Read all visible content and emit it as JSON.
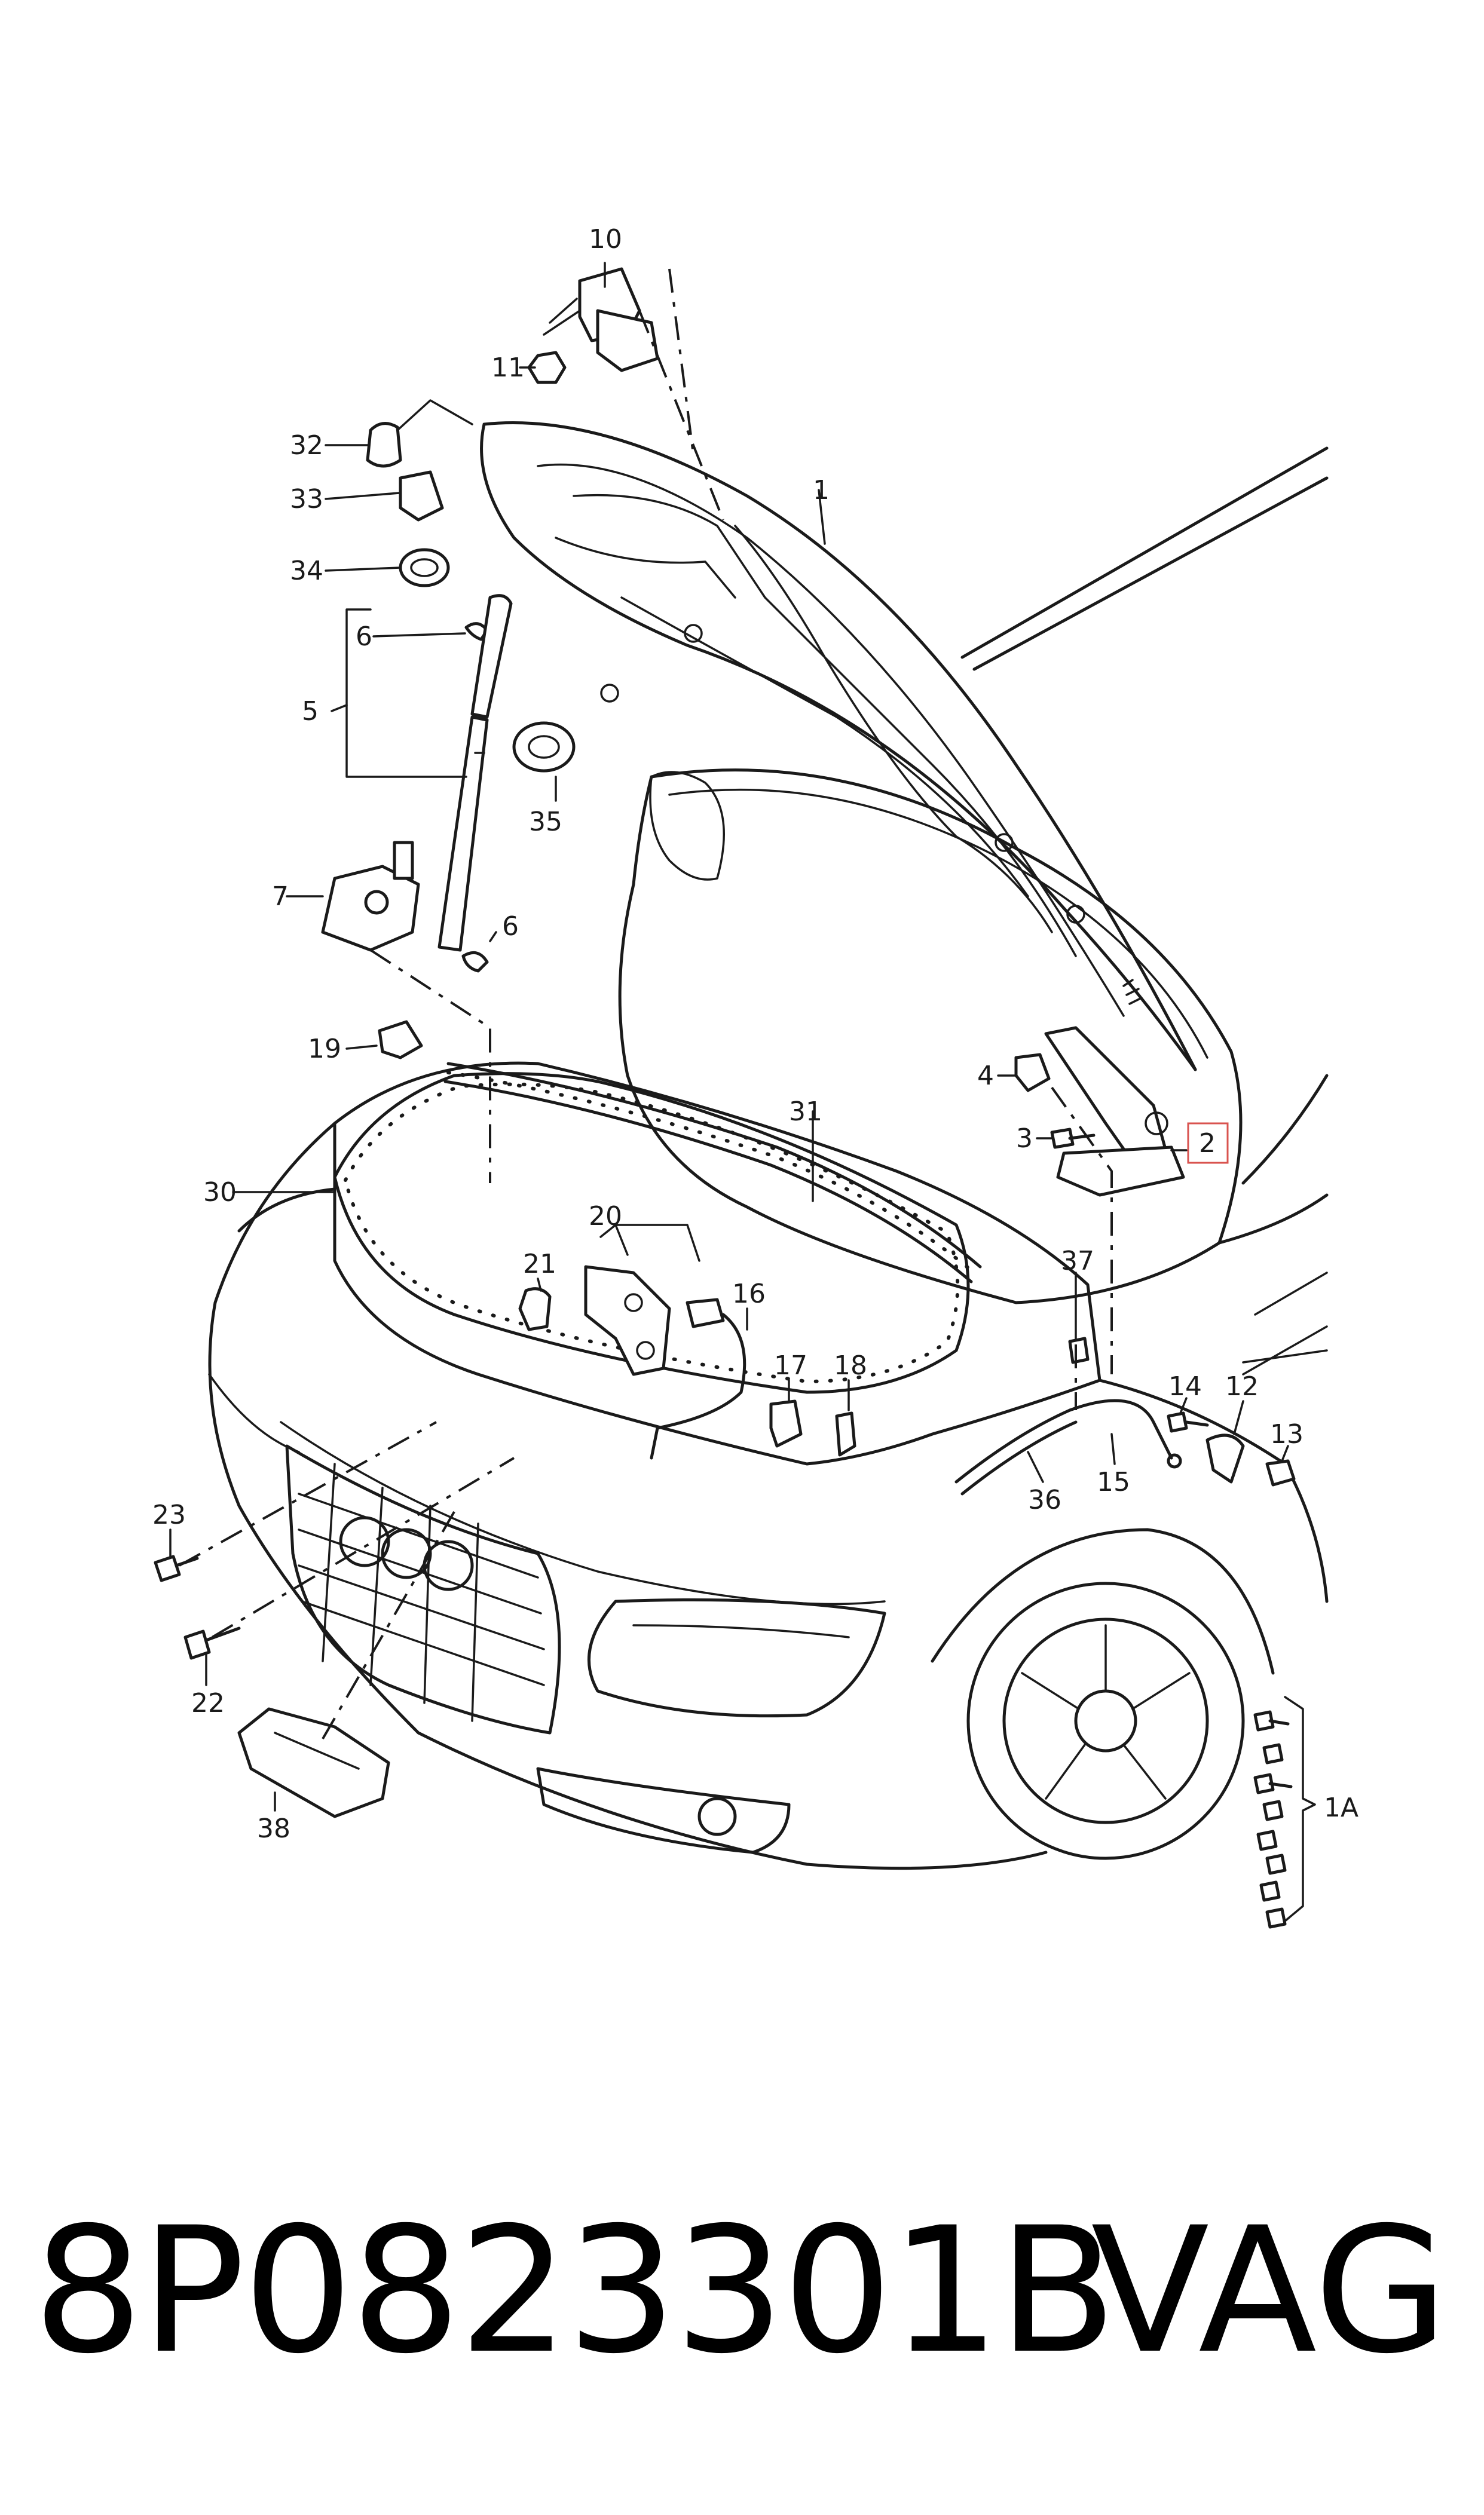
{
  "callouts": {
    "c1": "1",
    "c1a": "1A",
    "c2": "2",
    "c3": "3",
    "c4": "4",
    "c5": "5",
    "c6a": "6",
    "c6b": "6",
    "c7": "7",
    "c10": "10",
    "c11": "11",
    "c12": "12",
    "c13": "13",
    "c14": "14",
    "c15": "15",
    "c16": "16",
    "c17": "17",
    "c18": "18",
    "c19": "19",
    "c20": "20",
    "c21": "21",
    "c22": "22",
    "c23": "23",
    "c30": "30",
    "c31": "31",
    "c32": "32",
    "c33": "33",
    "c34": "34",
    "c35": "35",
    "c36": "36",
    "c37": "37",
    "c38": "38"
  },
  "highlight_color": "#d9534f",
  "footer": {
    "part_number": "8P0823301B",
    "brand": "VAG"
  }
}
